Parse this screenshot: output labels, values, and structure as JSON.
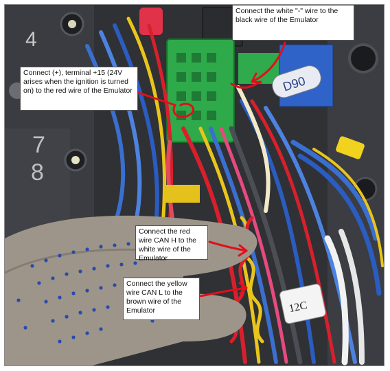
{
  "callouts": {
    "white_wire": "Connect the white \"-\" wire to the black wire of the Emulator",
    "plus15": "Connect (+), terminal +15 (24V arises when the ignition is turned on) to the red wire of the Emulator",
    "can_h": "Connect the red wire CAN H to the white wire of the Emulator",
    "can_l": "Connect the yellow wire CAN L to the brown wire of the Emulator"
  },
  "scene_text": {
    "panel_digit_top": "4",
    "panel_digit_mid": "7",
    "panel_digit_low": "8",
    "connector_label": "D90",
    "cable_tag": "12C"
  },
  "colors": {
    "arrow": "#e0101a",
    "connector_green": "#2eaa4a",
    "connector_blue": "#2f63c8",
    "wire_red": "#d8202c",
    "wire_blue": "#3a6fd0",
    "wire_yellow": "#e9c51c",
    "glove": "#9d958a",
    "glove_dots": "#2a4aa8",
    "panel": "#34363b"
  }
}
